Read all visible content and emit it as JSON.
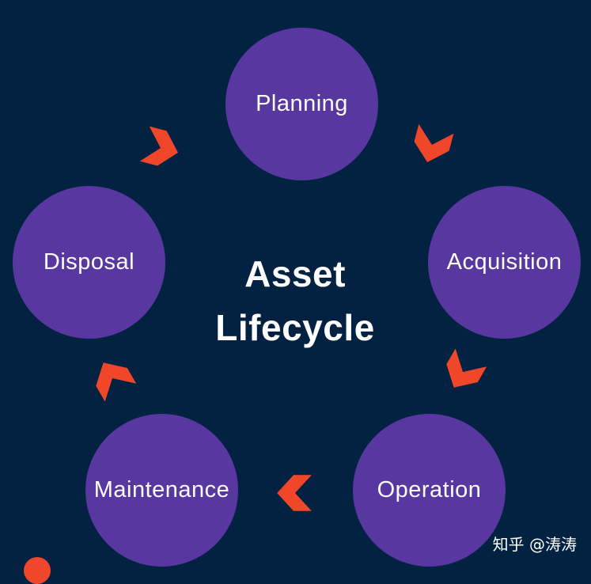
{
  "diagram": {
    "center_title_line1": "Asset",
    "center_title_line2": "Lifecycle",
    "nodes": [
      {
        "label": "Planning"
      },
      {
        "label": "Acquisition"
      },
      {
        "label": "Operation"
      },
      {
        "label": "Maintenance"
      },
      {
        "label": "Disposal"
      }
    ]
  },
  "watermark": "知乎 @涛涛",
  "colors": {
    "background": "#032242",
    "node": "#5837a0",
    "arrow": "#f0472a",
    "text": "#ffffff"
  }
}
